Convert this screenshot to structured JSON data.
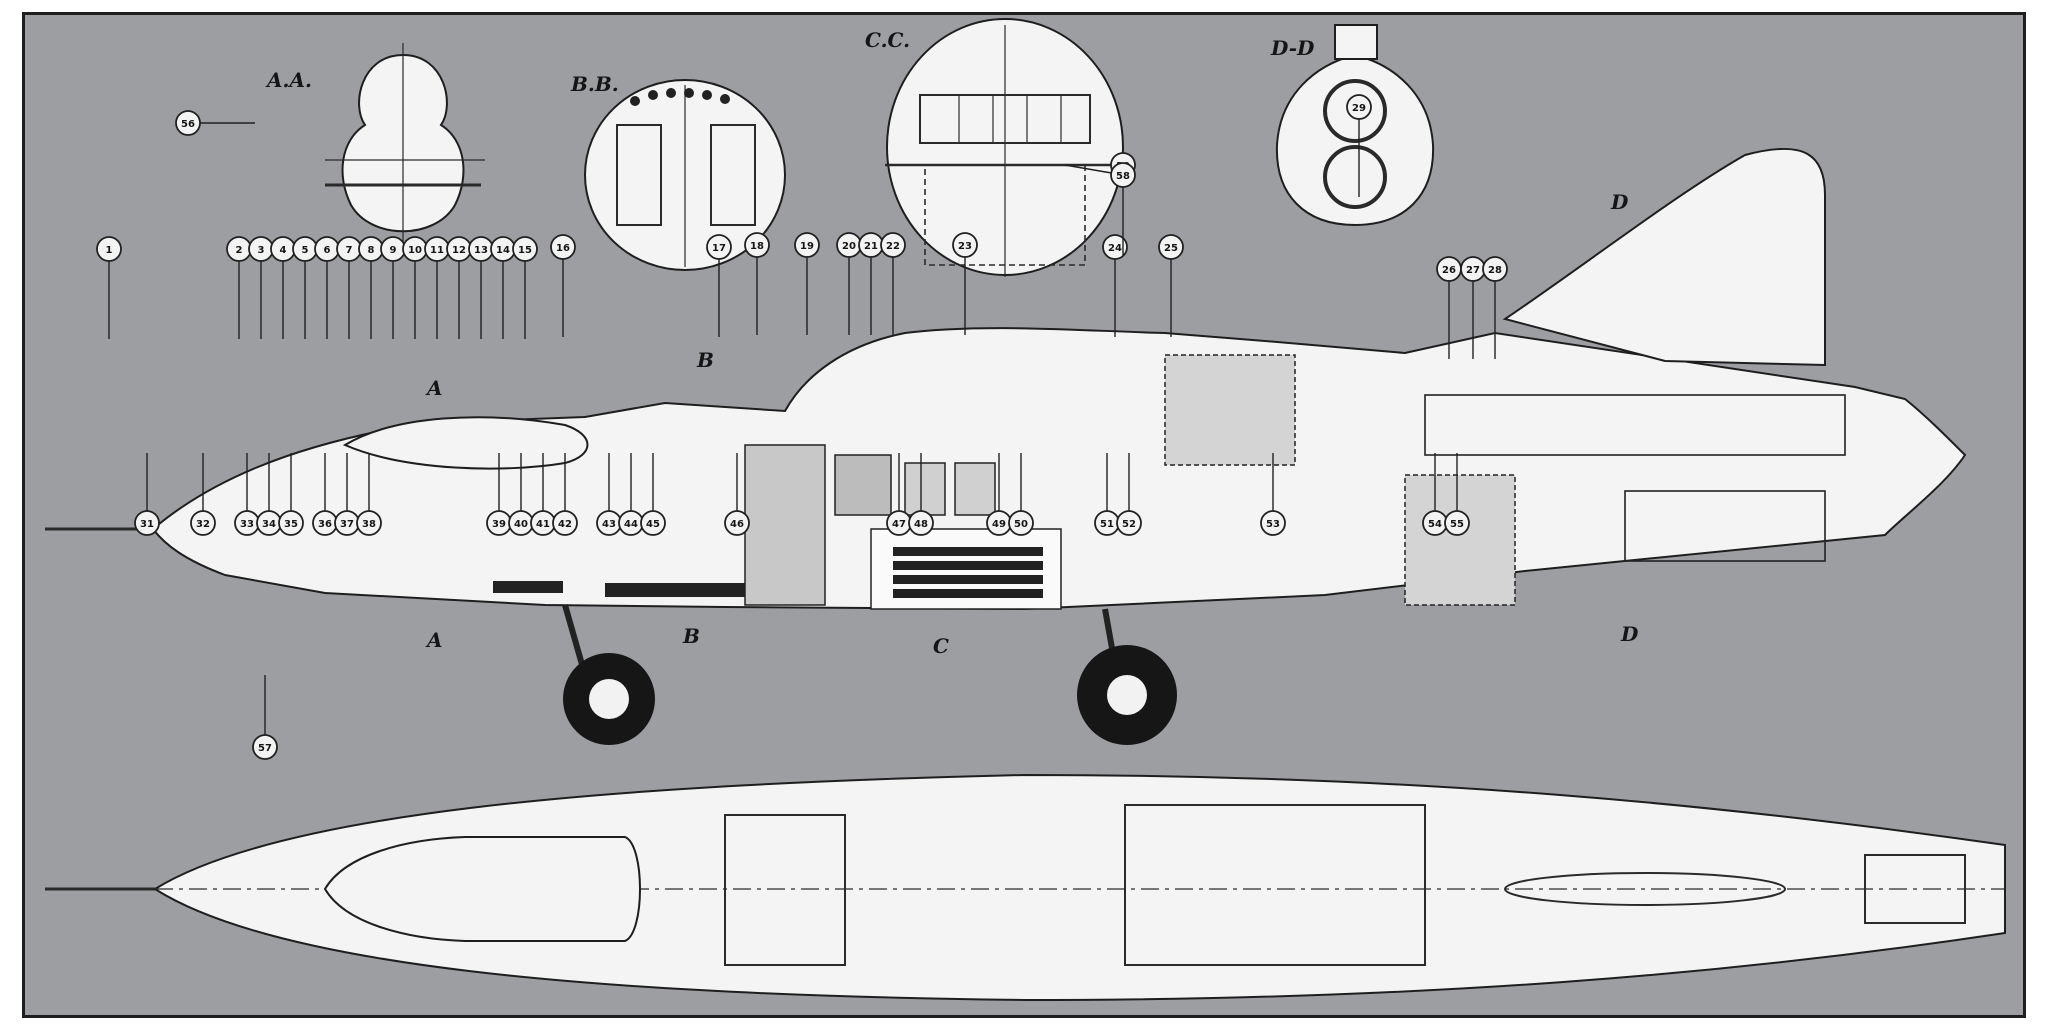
{
  "sections": [
    {
      "id": "aa",
      "label": "A.A."
    },
    {
      "id": "bb",
      "label": "B.B."
    },
    {
      "id": "cc",
      "label": "C.C."
    },
    {
      "id": "dd",
      "label": "D-D"
    }
  ],
  "callouts_top": [
    "1",
    "2",
    "3",
    "4",
    "5",
    "6",
    "7",
    "8",
    "9",
    "10",
    "11",
    "12",
    "13",
    "14",
    "15",
    "16",
    "17",
    "18",
    "19",
    "20",
    "21",
    "22",
    "23",
    "24",
    "25",
    "26",
    "27",
    "28",
    "29",
    "30"
  ],
  "callouts_bottom": [
    "31",
    "32",
    "33",
    "34",
    "35",
    "36",
    "37",
    "38",
    "39",
    "40",
    "41",
    "42",
    "43",
    "44",
    "45",
    "46",
    "47",
    "48",
    "49",
    "50",
    "51",
    "52",
    "53",
    "54",
    "55"
  ],
  "section_side_callouts": {
    "aa": "56",
    "dd": "58"
  },
  "plan_callout": "57",
  "cut_marks": [
    "A",
    "A",
    "B",
    "B",
    "C",
    "D",
    "D"
  ],
  "colors": {
    "background": "#9c9ea2",
    "line": "#1e1e1e",
    "part": "#f4f4f4"
  }
}
